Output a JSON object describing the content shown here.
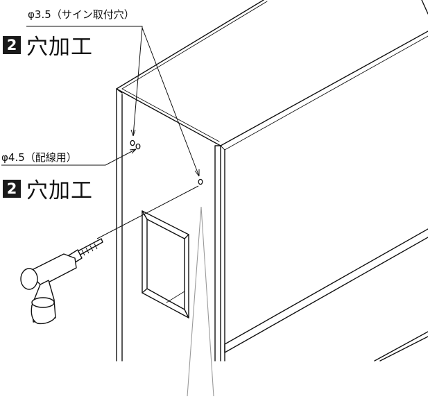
{
  "callouts": [
    {
      "note": "φ3.5（サイン取付穴）",
      "step_number": "2",
      "step_title": "穴加工"
    },
    {
      "note": "φ4.5（配線用）",
      "step_number": "2",
      "step_title": "穴加工"
    }
  ]
}
